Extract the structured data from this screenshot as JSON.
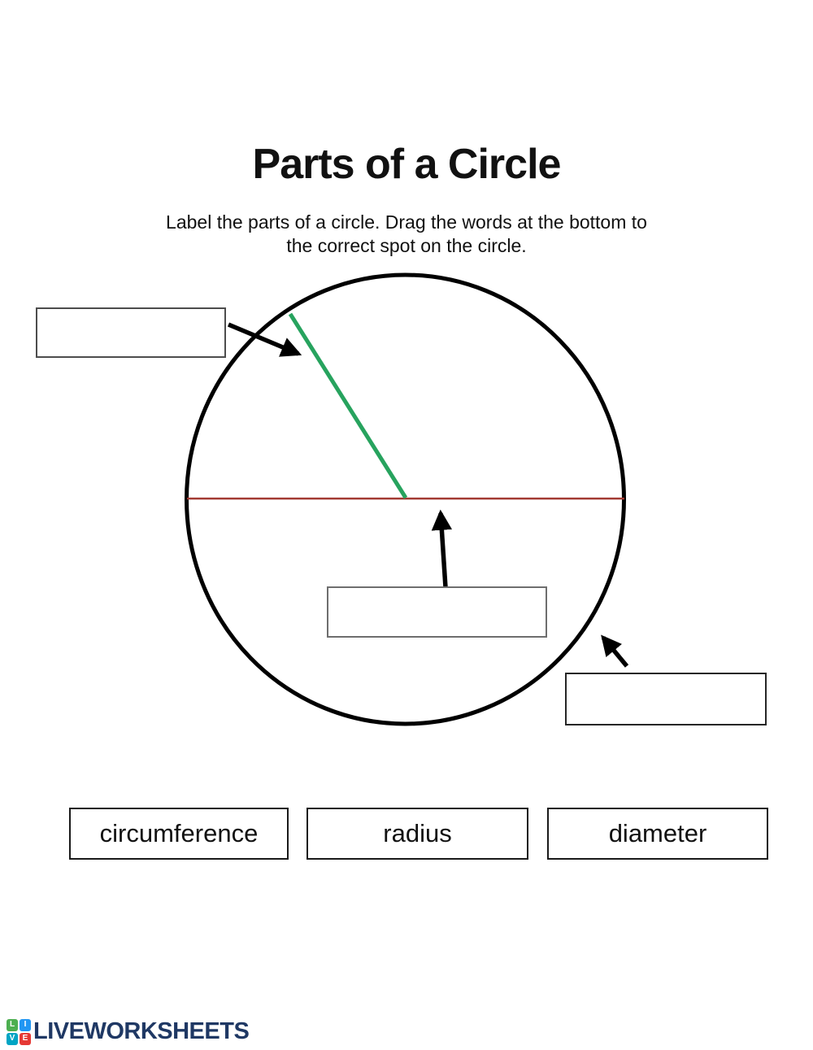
{
  "page": {
    "title": "Parts of a Circle",
    "instructions_line1": "Label the parts of a circle. Drag the words at the bottom to",
    "instructions_line2": "the correct spot on the circle."
  },
  "diagram": {
    "circle_stroke_color": "#000000",
    "radius_line_color": "#27a35e",
    "diameter_line_color": "#a23a32",
    "arrow_color": "#000000",
    "answer_boxes": [
      {
        "target": "radius line (green)",
        "value": ""
      },
      {
        "target": "diameter line (red)",
        "value": ""
      },
      {
        "target": "circle edge (circumference)",
        "value": ""
      }
    ]
  },
  "word_bank": [
    {
      "label": "circumference"
    },
    {
      "label": "radius"
    },
    {
      "label": "diameter"
    }
  ],
  "footer": {
    "logo_text": "LIVEWORKSHEETS",
    "logo_text_color": "#1f3864",
    "logo_squares": [
      {
        "letter": "L",
        "color": "#4caf50"
      },
      {
        "letter": "I",
        "color": "#2196f3"
      },
      {
        "letter": "V",
        "color": "#00a5c4"
      },
      {
        "letter": "E",
        "color": "#e53935"
      }
    ]
  }
}
